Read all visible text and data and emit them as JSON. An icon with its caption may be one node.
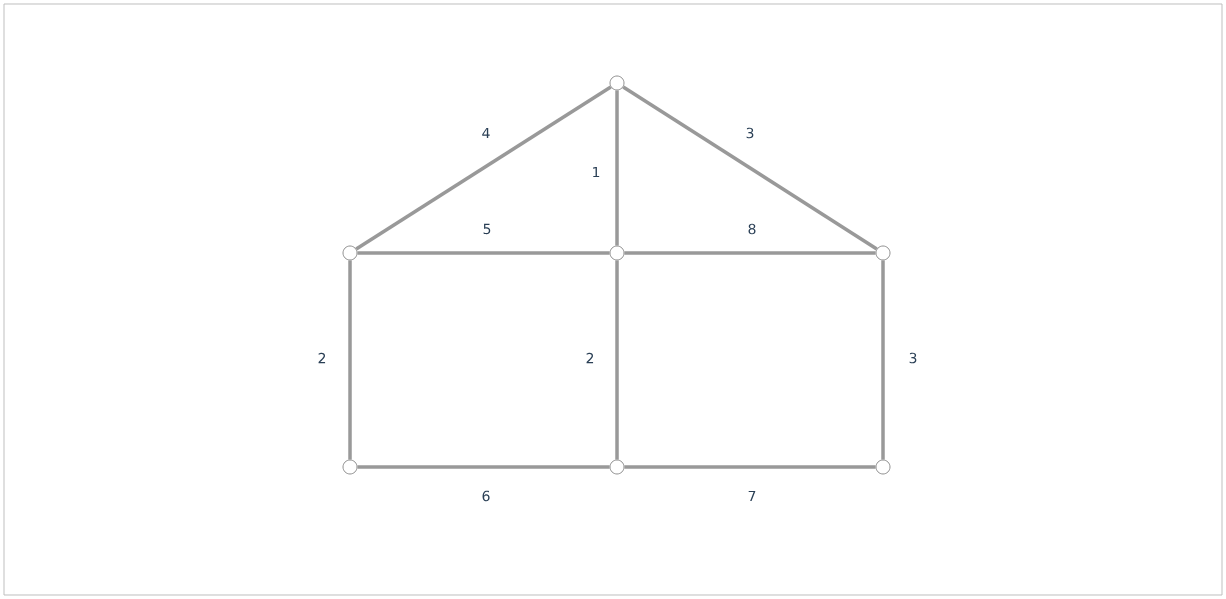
{
  "diagram": {
    "nodes": [
      {
        "text": [],
        "shape": "circle"
      },
      {
        "text": [],
        "shape": "circle"
      },
      {
        "text": [],
        "shape": "circle"
      },
      {
        "text": [],
        "shape": "circle"
      },
      {
        "text": [],
        "shape": "circle"
      },
      {
        "text": [],
        "shape": "circle"
      },
      {
        "text": [],
        "shape": "circle"
      }
    ],
    "edges": [
      {
        "from": 0,
        "to": 1,
        "arrow": "none",
        "label": "4"
      },
      {
        "from": 0,
        "to": 2,
        "arrow": "none",
        "label": "1"
      },
      {
        "from": 0,
        "to": 3,
        "arrow": "none",
        "label": "3"
      },
      {
        "from": 1,
        "to": 2,
        "arrow": "none",
        "label": "5"
      },
      {
        "from": 2,
        "to": 3,
        "arrow": "none",
        "label": "8"
      },
      {
        "from": 1,
        "to": 4,
        "arrow": "none",
        "label": "2"
      },
      {
        "from": 2,
        "to": 5,
        "arrow": "none",
        "label": "2"
      },
      {
        "from": 3,
        "to": 6,
        "arrow": "none",
        "label": "3"
      },
      {
        "from": 4,
        "to": 5,
        "arrow": "none",
        "label": "6"
      },
      {
        "from": 5,
        "to": 6,
        "arrow": "none",
        "label": "7"
      }
    ]
  }
}
